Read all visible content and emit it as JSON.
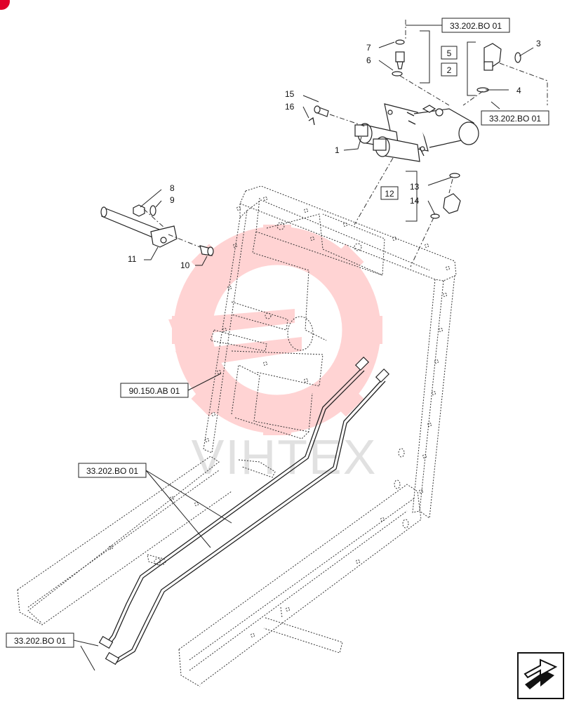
{
  "watermark_text": "VIHTEX",
  "callouts": [
    "1",
    "2",
    "3",
    "4",
    "5",
    "6",
    "7",
    "8",
    "9",
    "10",
    "11",
    "12",
    "13",
    "14",
    "15",
    "16"
  ],
  "references": [
    "33.202.BO 01",
    "33.202.BO 01",
    "90.150.AB 01",
    "33.202.BO 01",
    "33.202.BO 01"
  ],
  "colors": {
    "line": "#222222",
    "watermark": "#ff3b3b",
    "marker": "#e0002a"
  },
  "icons": [
    "next-page-arrow-icon"
  ]
}
